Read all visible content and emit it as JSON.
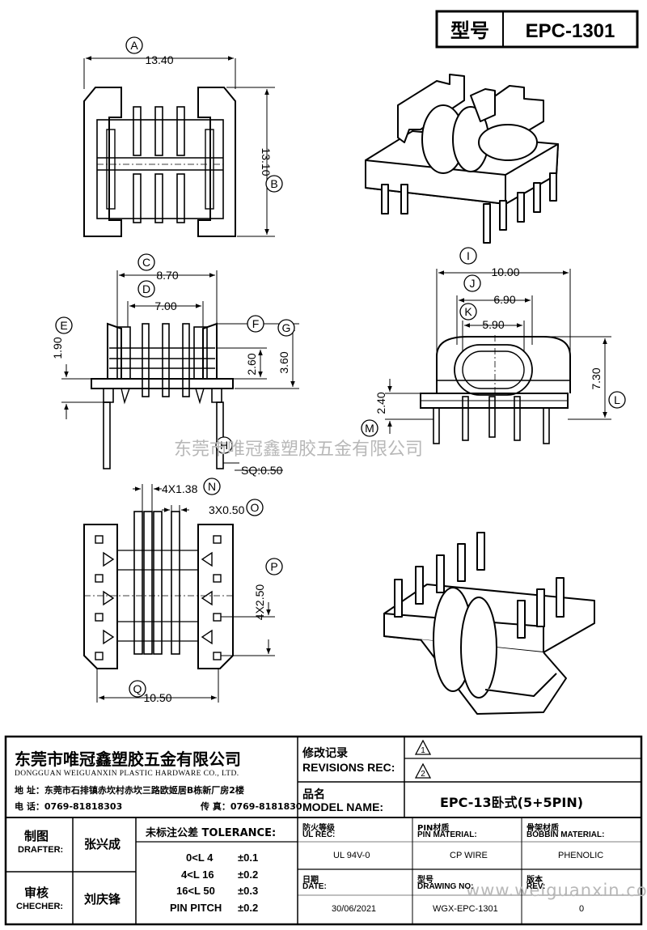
{
  "header": {
    "model_label": "型号",
    "model_value": "EPC-1301"
  },
  "dimensions": {
    "A": "13.40",
    "B": "13.10",
    "C": "8.70",
    "D": "7.00",
    "E": "1.90",
    "F": "2.60",
    "G": "3.60",
    "H": "SQ:0.50",
    "I": "10.00",
    "J": "6.90",
    "K": "5.90",
    "L": "7.30",
    "M": "2.40",
    "N": "4X1.38",
    "O": "3X0.50",
    "P": "4X2.50",
    "Q": "10.50"
  },
  "callouts": [
    "A",
    "B",
    "C",
    "D",
    "E",
    "F",
    "G",
    "H",
    "I",
    "J",
    "K",
    "L",
    "M",
    "N",
    "O",
    "P",
    "Q"
  ],
  "watermarks": {
    "center": "东莞市唯冠鑫塑胶五金有限公司",
    "url": "www.weiguanxin.com"
  },
  "title_block": {
    "company_cn": "东莞市唯冠鑫塑胶五金有限公司",
    "company_en": "DONGGUAN WEIGUANXIN PLASTIC HARDWARE CO., LTD.",
    "address": "地  址：东莞市石排镇赤坎村赤坎三路欧姬居B栋新厂房2楼",
    "phone": "电  话：0769-81818303",
    "fax": "传  真：0769-8181830",
    "revisions_cn": "修改记录",
    "revisions_en": "REVISIONS REC:",
    "rev1": "1",
    "rev2": "2",
    "model_name_cn": "品名",
    "model_name_en": "MODEL NAME:",
    "model_name": "EPC-13卧式(5+5PIN)",
    "drafter_cn": "制图",
    "drafter_en": "DRAFTER:",
    "drafter": "张兴成",
    "checker_cn": "审核",
    "checker_en": "CHECHER:",
    "checker": "刘庆锋",
    "tolerance_title": "未标注公差 TOLERANCE:",
    "tolerances": [
      {
        "range": "0<L  4",
        "value": "±0.1"
      },
      {
        "range": "4<L  16",
        "value": "±0.2"
      },
      {
        "range": "16<L  50",
        "value": "±0.3"
      },
      {
        "range": "PIN PITCH",
        "value": "±0.2"
      }
    ],
    "ul_cn": "防火等级",
    "ul_en": "UL REC:",
    "ul_value": "UL 94V-0",
    "pin_mat_cn": "PIN材质",
    "pin_mat_en": "PIN MATERIAL:",
    "pin_mat_value": "CP WIRE",
    "bobbin_mat_cn": "骨架材质",
    "bobbin_mat_en": "BOBBIN MATERIAL:",
    "bobbin_mat_value": "PHENOLIC",
    "date_cn": "日期",
    "date_en": "DATE:",
    "date_value": "30/06/2021",
    "drawing_cn": "型号",
    "drawing_en": "DRAWING NO:",
    "drawing_value": "WGX-EPC-1301",
    "rev_cn": "版本",
    "rev_en": "REV:",
    "rev_value": "0"
  },
  "colors": {
    "line": "#000000",
    "watermark": "#b8b8b8"
  }
}
